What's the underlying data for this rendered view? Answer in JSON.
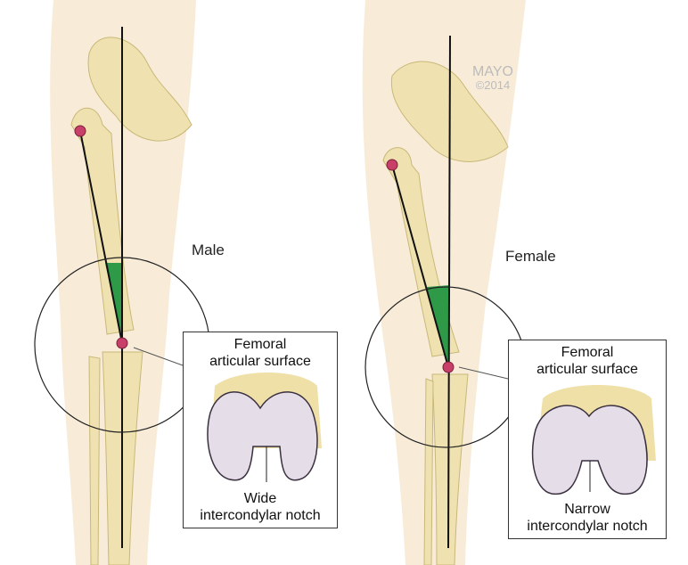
{
  "watermark": {
    "brand": "MAYO",
    "year": "©2014"
  },
  "male": {
    "label": "Male",
    "inset_title_1": "Femoral",
    "inset_title_2": "articular surface",
    "notch_1": "Wide",
    "notch_2": "intercondylar notch"
  },
  "female": {
    "label": "Female",
    "inset_title_1": "Femoral",
    "inset_title_2": "articular surface",
    "notch_1": "Narrow",
    "notch_2": "intercondylar notch"
  },
  "colors": {
    "skin": "#f7e9d3",
    "bone": "#eedfa8",
    "angle": "#2e9a48",
    "joint": "#c8406a",
    "cartilage": "#e4dde8"
  }
}
